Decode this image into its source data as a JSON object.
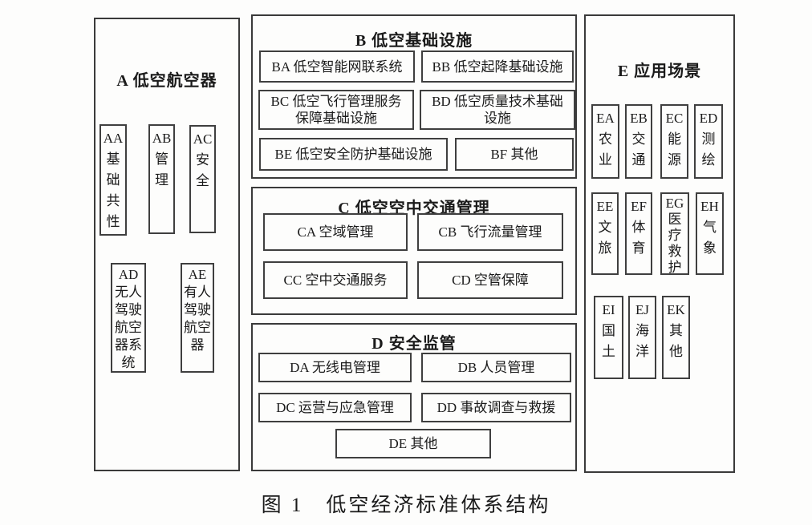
{
  "caption": "图 1　低空经济标准体系结构",
  "panel_a": {
    "title": "A 低空航空器",
    "items": {
      "aa": "AA\n基\n础\n共\n性",
      "ab": "AB\n管\n理",
      "ac": "AC\n安\n全",
      "ad": "AD\n无人\n驾驶\n航空\n器系\n统",
      "ae": "AE\n有人\n驾驶\n航空\n器"
    }
  },
  "panel_b": {
    "title": "B 低空基础设施",
    "items": {
      "ba": "BA 低空智能网联系统",
      "bb": "BB 低空起降基础设施",
      "bc": "BC 低空飞行管理服务\n保障基础设施",
      "bd": "BD 低空质量技术基础\n设施",
      "be": "BE 低空安全防护基础设施",
      "bf": "BF 其他"
    }
  },
  "panel_c": {
    "title": "C 低空空中交通管理",
    "items": {
      "ca": "CA 空域管理",
      "cb": "CB 飞行流量管理",
      "cc": "CC 空中交通服务",
      "cd": "CD 空管保障"
    }
  },
  "panel_d": {
    "title": "D 安全监管",
    "items": {
      "da": "DA 无线电管理",
      "db": "DB 人员管理",
      "dc": "DC 运营与应急管理",
      "dd": "DD 事故调查与救援",
      "de": "DE 其他"
    }
  },
  "panel_e": {
    "title": "E 应用场景",
    "items": {
      "ea": "EA\n农\n业",
      "eb": "EB\n交\n通",
      "ec": "EC\n能\n源",
      "ed": "ED\n测\n绘",
      "ee": "EE\n文\n旅",
      "ef": "EF\n体\n育",
      "eg": "EG\n医\n疗\n救\n护",
      "eh": "EH\n气\n象",
      "ei": "EI\n国\n土",
      "ej": "EJ\n海\n洋",
      "ek": "EK\n其\n他"
    }
  }
}
